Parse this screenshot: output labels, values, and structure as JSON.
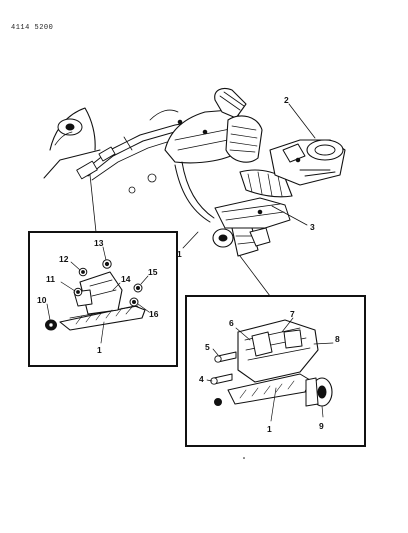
{
  "header": {
    "doc_code": "4114 5200"
  },
  "callouts": {
    "c1_main": "1",
    "c2": "2",
    "c3": "3",
    "c1_detail_a": "1",
    "c10": "10",
    "c11": "11",
    "c12": "12",
    "c13": "13",
    "c14": "14",
    "c15": "15",
    "c16": "16",
    "c1_detail_b": "1",
    "c4": "4",
    "c5": "5",
    "c6": "6",
    "c7": "7",
    "c8": "8",
    "c9": "9"
  }
}
